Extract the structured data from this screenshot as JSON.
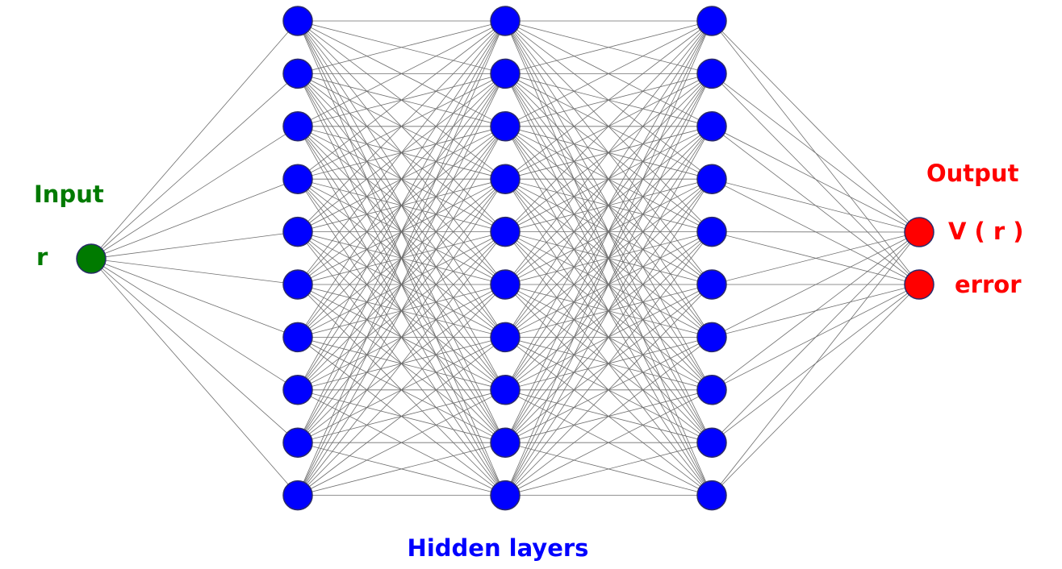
{
  "labels": {
    "input_title": "Input",
    "input_var": "r",
    "hidden_title": "Hidden layers",
    "output_title": "Output",
    "output_1": "V ( r )",
    "output_2": "error"
  },
  "network": {
    "input_count": 1,
    "hidden_layers": [
      10,
      10,
      10
    ],
    "output_count": 2
  },
  "colors": {
    "input": "#007a00",
    "hidden": "#0000ff",
    "output": "#ff0000",
    "edge": "#6e6e6e"
  }
}
